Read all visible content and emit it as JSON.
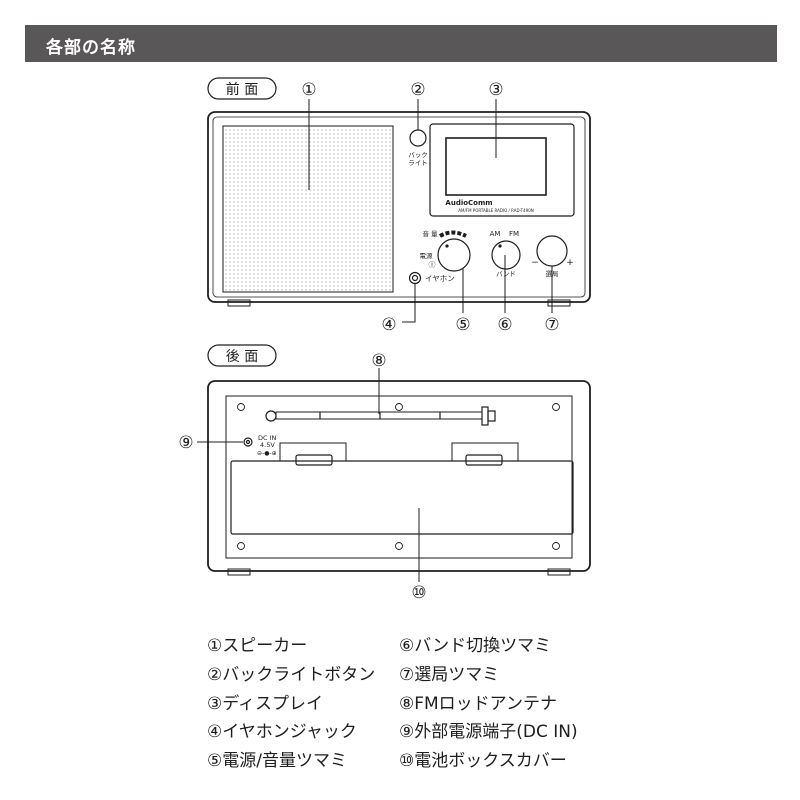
{
  "header": {
    "title": "各部の名称"
  },
  "diagram": {
    "front": {
      "view_label": "前 面",
      "backlight_label_line1": "バック",
      "backlight_label_line2": "ライト",
      "display_brand": "AudioComm",
      "display_model": "AM/FM PORTABLE RADIO / RAD-T490N",
      "volume_label": "音 量",
      "power_label": "電源",
      "power_symbol": "Ⓘ",
      "earphone_label": "イヤホン",
      "band_am": "AM",
      "band_fm": "FM",
      "band_label": "バンド",
      "tuning_label": "選局",
      "tuning_minus": "−",
      "tuning_plus": "+"
    },
    "back": {
      "view_label": "後 面",
      "dc_line1": "DC IN",
      "dc_line2": "4.5V",
      "dc_line3": "⊖-●-⊕"
    },
    "callouts": [
      "①",
      "②",
      "③",
      "④",
      "⑤",
      "⑥",
      "⑦",
      "⑧",
      "⑨",
      "⑩"
    ]
  },
  "legend": {
    "left": [
      "①スピーカー",
      "②バックライトボタン",
      "③ディスプレイ",
      "④イヤホンジャック",
      "⑤電源/音量ツマミ"
    ],
    "right": [
      "⑥バンド切換ツマミ",
      "⑦選局ツマミ",
      "⑧FMロッドアンテナ",
      "⑨外部電源端子(DC IN)",
      "⑩電池ボックスカバー"
    ]
  },
  "colors": {
    "header_bg": "#595757",
    "header_text": "#ffffff",
    "line": "#1e1e1e"
  }
}
